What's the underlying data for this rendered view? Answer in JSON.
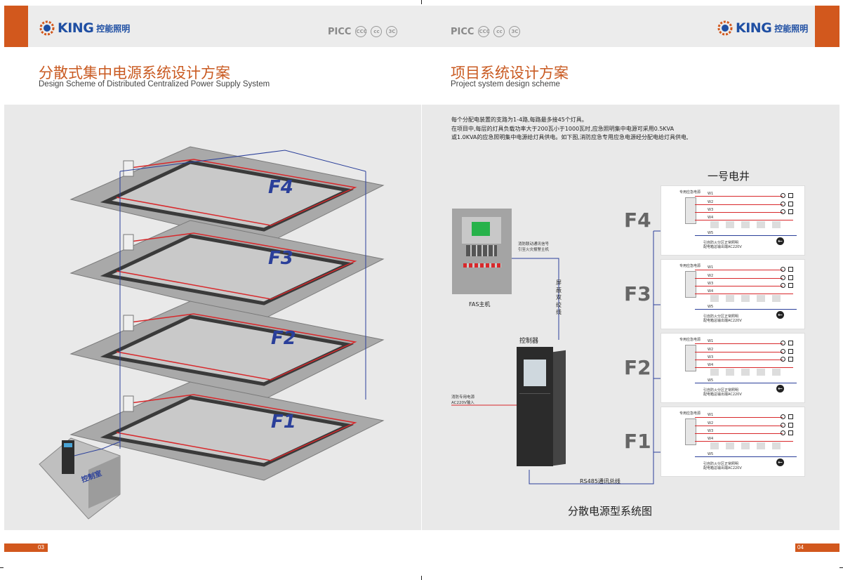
{
  "brand": {
    "word": "KING",
    "cn": "控能照明"
  },
  "certs": {
    "picc": "PICC",
    "c1": "CCC",
    "c2": "cc",
    "c3": "3C"
  },
  "left": {
    "title_cn": "分散式集中电源系统设计方案",
    "title_en": "Design Scheme of Distributed Centralized Power Supply System",
    "floors": [
      "F4",
      "F3",
      "F2",
      "F1"
    ],
    "control_room": "控制室",
    "page_no": "03"
  },
  "right": {
    "title_cn": "项目系统设计方案",
    "title_en": "Project system design scheme",
    "desc": [
      "每个分配电装置的支路为1-4路,每路最多接45个灯具。",
      "在项目中,每层的灯具负载功率大于200瓦小于1000瓦时,应急照明集中电源可采用0.5KVA",
      "或1.0KVA的应急照明集中电源给灯具供电。如下图,消防应急专用应急电源经分配电给灯具供电,"
    ],
    "shaft_title": "一号电井",
    "fas_label": "FAS主机",
    "fas_note": [
      "消防联动通讯信号",
      "引至火灾报警主机"
    ],
    "cable_label": [
      "屏",
      "蔽",
      "双",
      "绞",
      "线"
    ],
    "controller_label": "控制器",
    "power_in": [
      "消防专用电源",
      "AC220V输入"
    ],
    "bus_label": "RS485通讯总线",
    "floors": [
      "F4",
      "F3",
      "F2",
      "F1"
    ],
    "box_title": "专用应急电源",
    "circuits": [
      "W1",
      "W2",
      "W3",
      "W4",
      "W5"
    ],
    "box_note": [
      "引自防火分区正常照明",
      "配电箱总输出端AC220V"
    ],
    "caption": "分散电源型系统图",
    "page_no": "04"
  },
  "colors": {
    "accent": "#d2581d",
    "brand": "#1f4fa3",
    "wire_red": "#d8282b",
    "wire_blue": "#2a3f9a"
  }
}
